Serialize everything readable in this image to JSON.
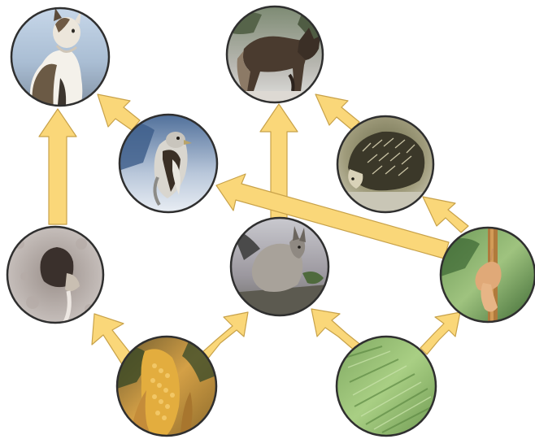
{
  "food_web": {
    "organisms": [
      {
        "id": "cat",
        "icon": "cat-photo"
      },
      {
        "id": "fox",
        "icon": "fox-photo"
      },
      {
        "id": "bird",
        "icon": "bird-photo"
      },
      {
        "id": "hedgehog",
        "icon": "hedgehog-photo"
      },
      {
        "id": "mole",
        "icon": "mole-photo"
      },
      {
        "id": "rabbit",
        "icon": "rabbit-photo"
      },
      {
        "id": "snail",
        "icon": "snail-photo"
      },
      {
        "id": "corn",
        "icon": "corn-photo"
      },
      {
        "id": "grass",
        "icon": "grass-photo"
      }
    ],
    "links": [
      {
        "from": "corn",
        "to": "mole"
      },
      {
        "from": "corn",
        "to": "rabbit"
      },
      {
        "from": "grass",
        "to": "rabbit"
      },
      {
        "from": "grass",
        "to": "snail"
      },
      {
        "from": "mole",
        "to": "cat"
      },
      {
        "from": "bird",
        "to": "cat"
      },
      {
        "from": "rabbit",
        "to": "fox"
      },
      {
        "from": "hedgehog",
        "to": "fox"
      },
      {
        "from": "snail",
        "to": "hedgehog"
      },
      {
        "from": "snail",
        "to": "bird"
      }
    ],
    "colors": {
      "arrow_fill": "#fad779",
      "arrow_outline": "#c8a24a",
      "circle_border": "#2f2f2f"
    }
  }
}
